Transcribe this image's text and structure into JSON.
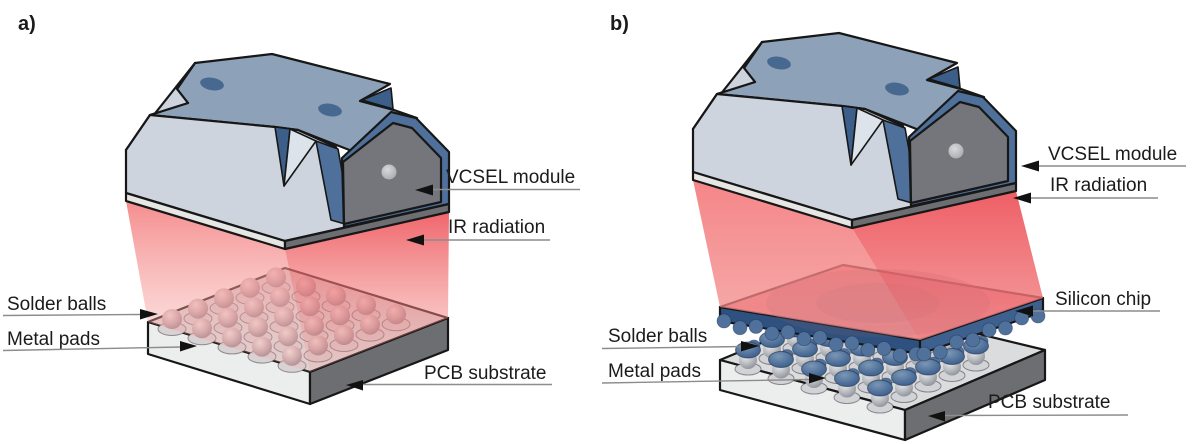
{
  "figure": {
    "panels": [
      {
        "tag": "a)",
        "labels": {
          "vcsel": "VCSEL module",
          "ir": "IR radiation",
          "solder": "Solder balls",
          "pads": "Metal pads",
          "pcb": "PCB substrate"
        }
      },
      {
        "tag": "b)",
        "labels": {
          "vcsel": "VCSEL module",
          "ir": "IR radiation",
          "chip": "Silicon chip",
          "solder": "Solder balls",
          "pads": "Metal pads",
          "pcb": "PCB substrate"
        }
      }
    ],
    "colors": {
      "module_top": "#8da2b8",
      "module_light_face": "#cdd4de",
      "module_dark_face": "#75767b",
      "module_blue_rim": "#4e709a",
      "module_hole_blue": "#47698f",
      "beam_red": "#ee5f66",
      "beam_pink": "#f5a19c",
      "silicon_chip_blue": "#2e5180",
      "pcb_top": "#dadcdd",
      "pcb_side_light": "#eceded",
      "pcb_side_dark": "#6d6e72",
      "solder_ball_a": "#c9b2b5",
      "solder_ball_b": "#b9bcc1",
      "outline": "#171717",
      "leader_line": "#8c8c8c"
    }
  }
}
